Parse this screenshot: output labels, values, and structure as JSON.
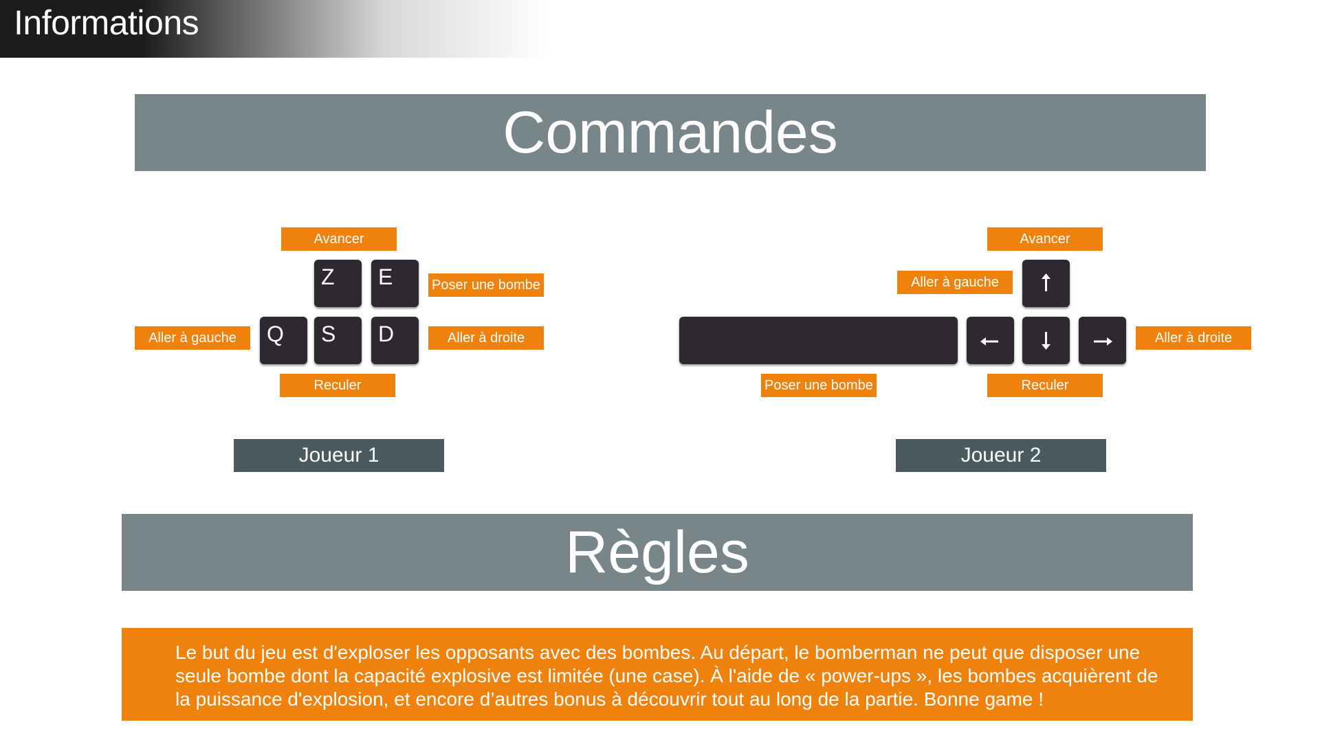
{
  "header": {
    "title": "Informations"
  },
  "sections": {
    "commands_title": "Commandes",
    "rules_title": "Règles"
  },
  "player1": {
    "label": "Joueur 1",
    "keys": {
      "forward": "Z",
      "bomb": "E",
      "left": "Q",
      "back": "S",
      "right": "D"
    },
    "labels": {
      "forward": "Avancer",
      "bomb": "Poser une bombe",
      "left": "Aller à gauche",
      "right": "Aller à droite",
      "back": "Reculer"
    }
  },
  "player2": {
    "label": "Joueur 2",
    "keys": {
      "up": "arrow-up-icon",
      "left": "arrow-left-icon",
      "down": "arrow-down-icon",
      "right": "arrow-right-icon",
      "bomb": "spacebar"
    },
    "labels": {
      "forward": "Avancer",
      "left": "Aller à gauche",
      "right": "Aller à droite",
      "bomb": "Poser une bombe",
      "back": "Reculer"
    }
  },
  "rules": {
    "text": "Le but du jeu est d'exploser les opposants avec des bombes. Au départ, le bomberman ne peut que disposer une seule bombe dont la capacité explosive est limitée (une case). À l'aide de « power-ups », les bombes acquièrent de la puissance d'explosion, et encore d’autres bonus à découvrir tout au long de la partie. Bonne game !"
  },
  "colors": {
    "banner": "#798689",
    "accent_orange": "#ef820d",
    "key": "#2e2830",
    "plate": "#4a5a5e"
  }
}
